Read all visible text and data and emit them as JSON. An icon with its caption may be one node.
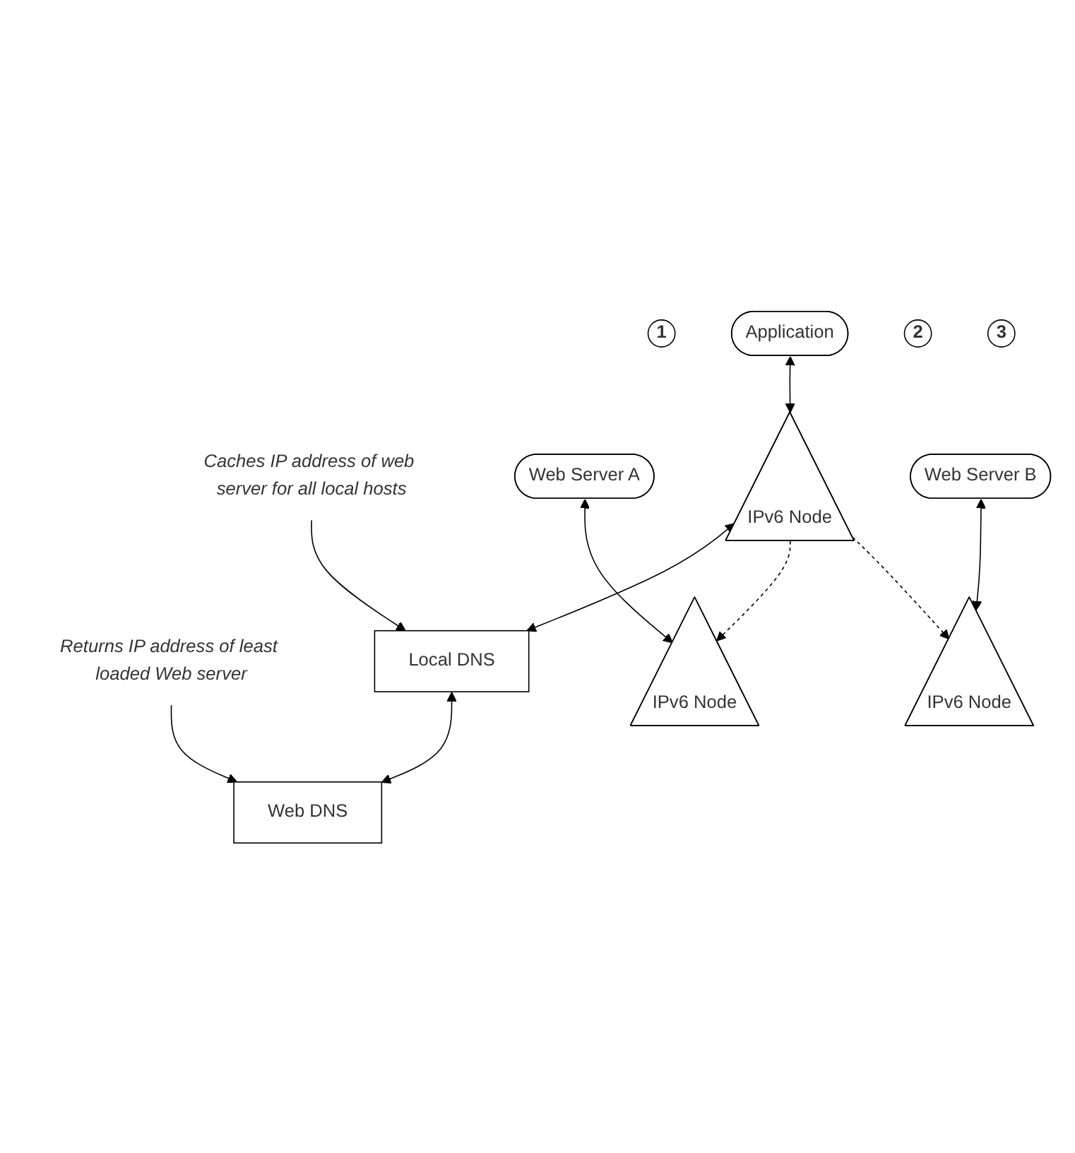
{
  "diagram": {
    "nodes": [
      {
        "text": [
          "Caches IP address of web server for all local hosts"
        ]
      },
      {
        "text": [
          "Returns IP address of least loaded Web server"
        ]
      },
      {
        "text": [
          "Local DNS"
        ]
      },
      {
        "text": [
          "1"
        ]
      },
      {
        "text": [
          "Web DNS"
        ]
      },
      {
        "text": [
          "Web Server A"
        ]
      },
      {
        "text": [
          "Application"
        ]
      },
      {
        "text": [
          "2"
        ]
      },
      {
        "text": [
          "IPv6 Node"
        ]
      },
      {
        "text": [
          "3"
        ]
      },
      {
        "text": [
          "IPv6 Node"
        ]
      },
      {
        "text": [
          "Web Server B"
        ]
      },
      {
        "text": [
          "IPv6 Node"
        ]
      }
    ],
    "edges": [
      {
        "from": 0,
        "to": 2,
        "arrow": "to"
      },
      {
        "from": 1,
        "to": 4,
        "arrow": "to"
      },
      {
        "from": 2,
        "to": 4,
        "arrow": "both"
      },
      {
        "from": 10,
        "to": 2,
        "arrow": "both"
      },
      {
        "from": 6,
        "to": 10,
        "arrow": "both"
      },
      {
        "from": 5,
        "to": 8,
        "arrow": "both"
      },
      {
        "from": 11,
        "to": 12,
        "arrow": "both"
      },
      {
        "from": 10,
        "to": 8,
        "arrow": "to",
        "style": "dashed"
      },
      {
        "from": 10,
        "to": 12,
        "arrow": "to",
        "style": "dashed"
      }
    ]
  }
}
